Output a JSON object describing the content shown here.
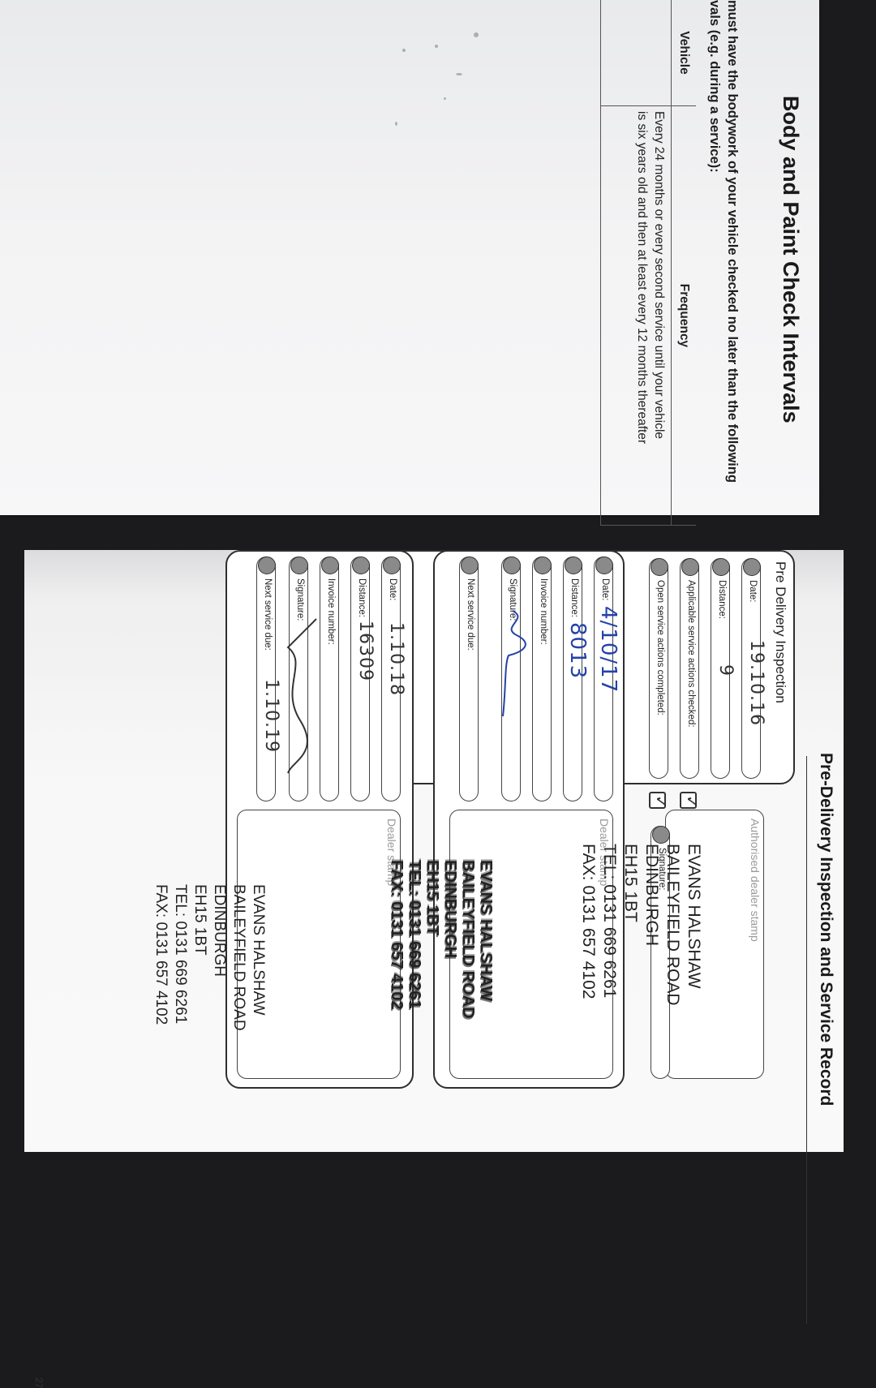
{
  "left_page": {
    "title": "Body and Paint Check Intervals",
    "intro_line1": "must have the bodywork of your vehicle checked no later than the following",
    "intro_line2": "vals (e.g. during a service):",
    "table": {
      "col_vehicle": "Vehicle",
      "col_frequency": "Frequency",
      "freq_line1": "Every 24 months or every second service until your vehicle",
      "freq_line2": "is six years old and then at least every 12 months thereafter"
    }
  },
  "right_page": {
    "title": "Pre-Delivery Inspection and Service Record",
    "page_number": "27",
    "pdi": {
      "section_title": "Pre Delivery Inspection",
      "date_label": "Date:",
      "date_value": "19.10.16",
      "distance_label": "Distance:",
      "distance_value": "9",
      "actions_label": "Applicable service actions checked:",
      "open_label": "Open service actions completed:",
      "stamp_label": "Authorised dealer stamp",
      "signature_label": "Signature:",
      "stamp_lines": [
        "EVANS HALSHAW",
        "BAILEYFIELD ROAD",
        "EDINBURGH",
        "EH15 1BT",
        "TEL: 0131 669 6261",
        "FAX: 0131 657 4102"
      ]
    },
    "service1": {
      "date_label": "Date:",
      "date_value": "4/10/17",
      "distance_label": "Distance:",
      "distance_value": "8013",
      "invoice_label": "Invoice number:",
      "signature_label": "Signature:",
      "next_label": "Next service due:",
      "stamp_label": "Dealer stamp",
      "stamp_lines": [
        "EVANS HALSHAW",
        "BAILEYFIELD ROAD",
        "EDINBURGH",
        "EH15 1BT",
        "TEL: 0131 669 6261",
        "FAX: 0131 657 4102"
      ]
    },
    "service2": {
      "date_label": "Date:",
      "date_value": "1.10.18",
      "distance_label": "Distance:",
      "distance_value": "16309",
      "invoice_label": "Invoice number:",
      "signature_label": "Signature:",
      "next_label": "Next service due:",
      "next_value": "1.10.19",
      "stamp_label": "Dealer stamp",
      "stamp_lines": [
        "EVANS HALSHAW",
        "BAILEYFIELD ROAD",
        "EDINBURGH",
        "EH15 1BT",
        "TEL: 0131 669 6261",
        "FAX: 0131 657 4102"
      ]
    }
  },
  "colors": {
    "ink_blue": "#2442a8",
    "border": "#2e2e2e",
    "background": "#1b1b1d"
  }
}
